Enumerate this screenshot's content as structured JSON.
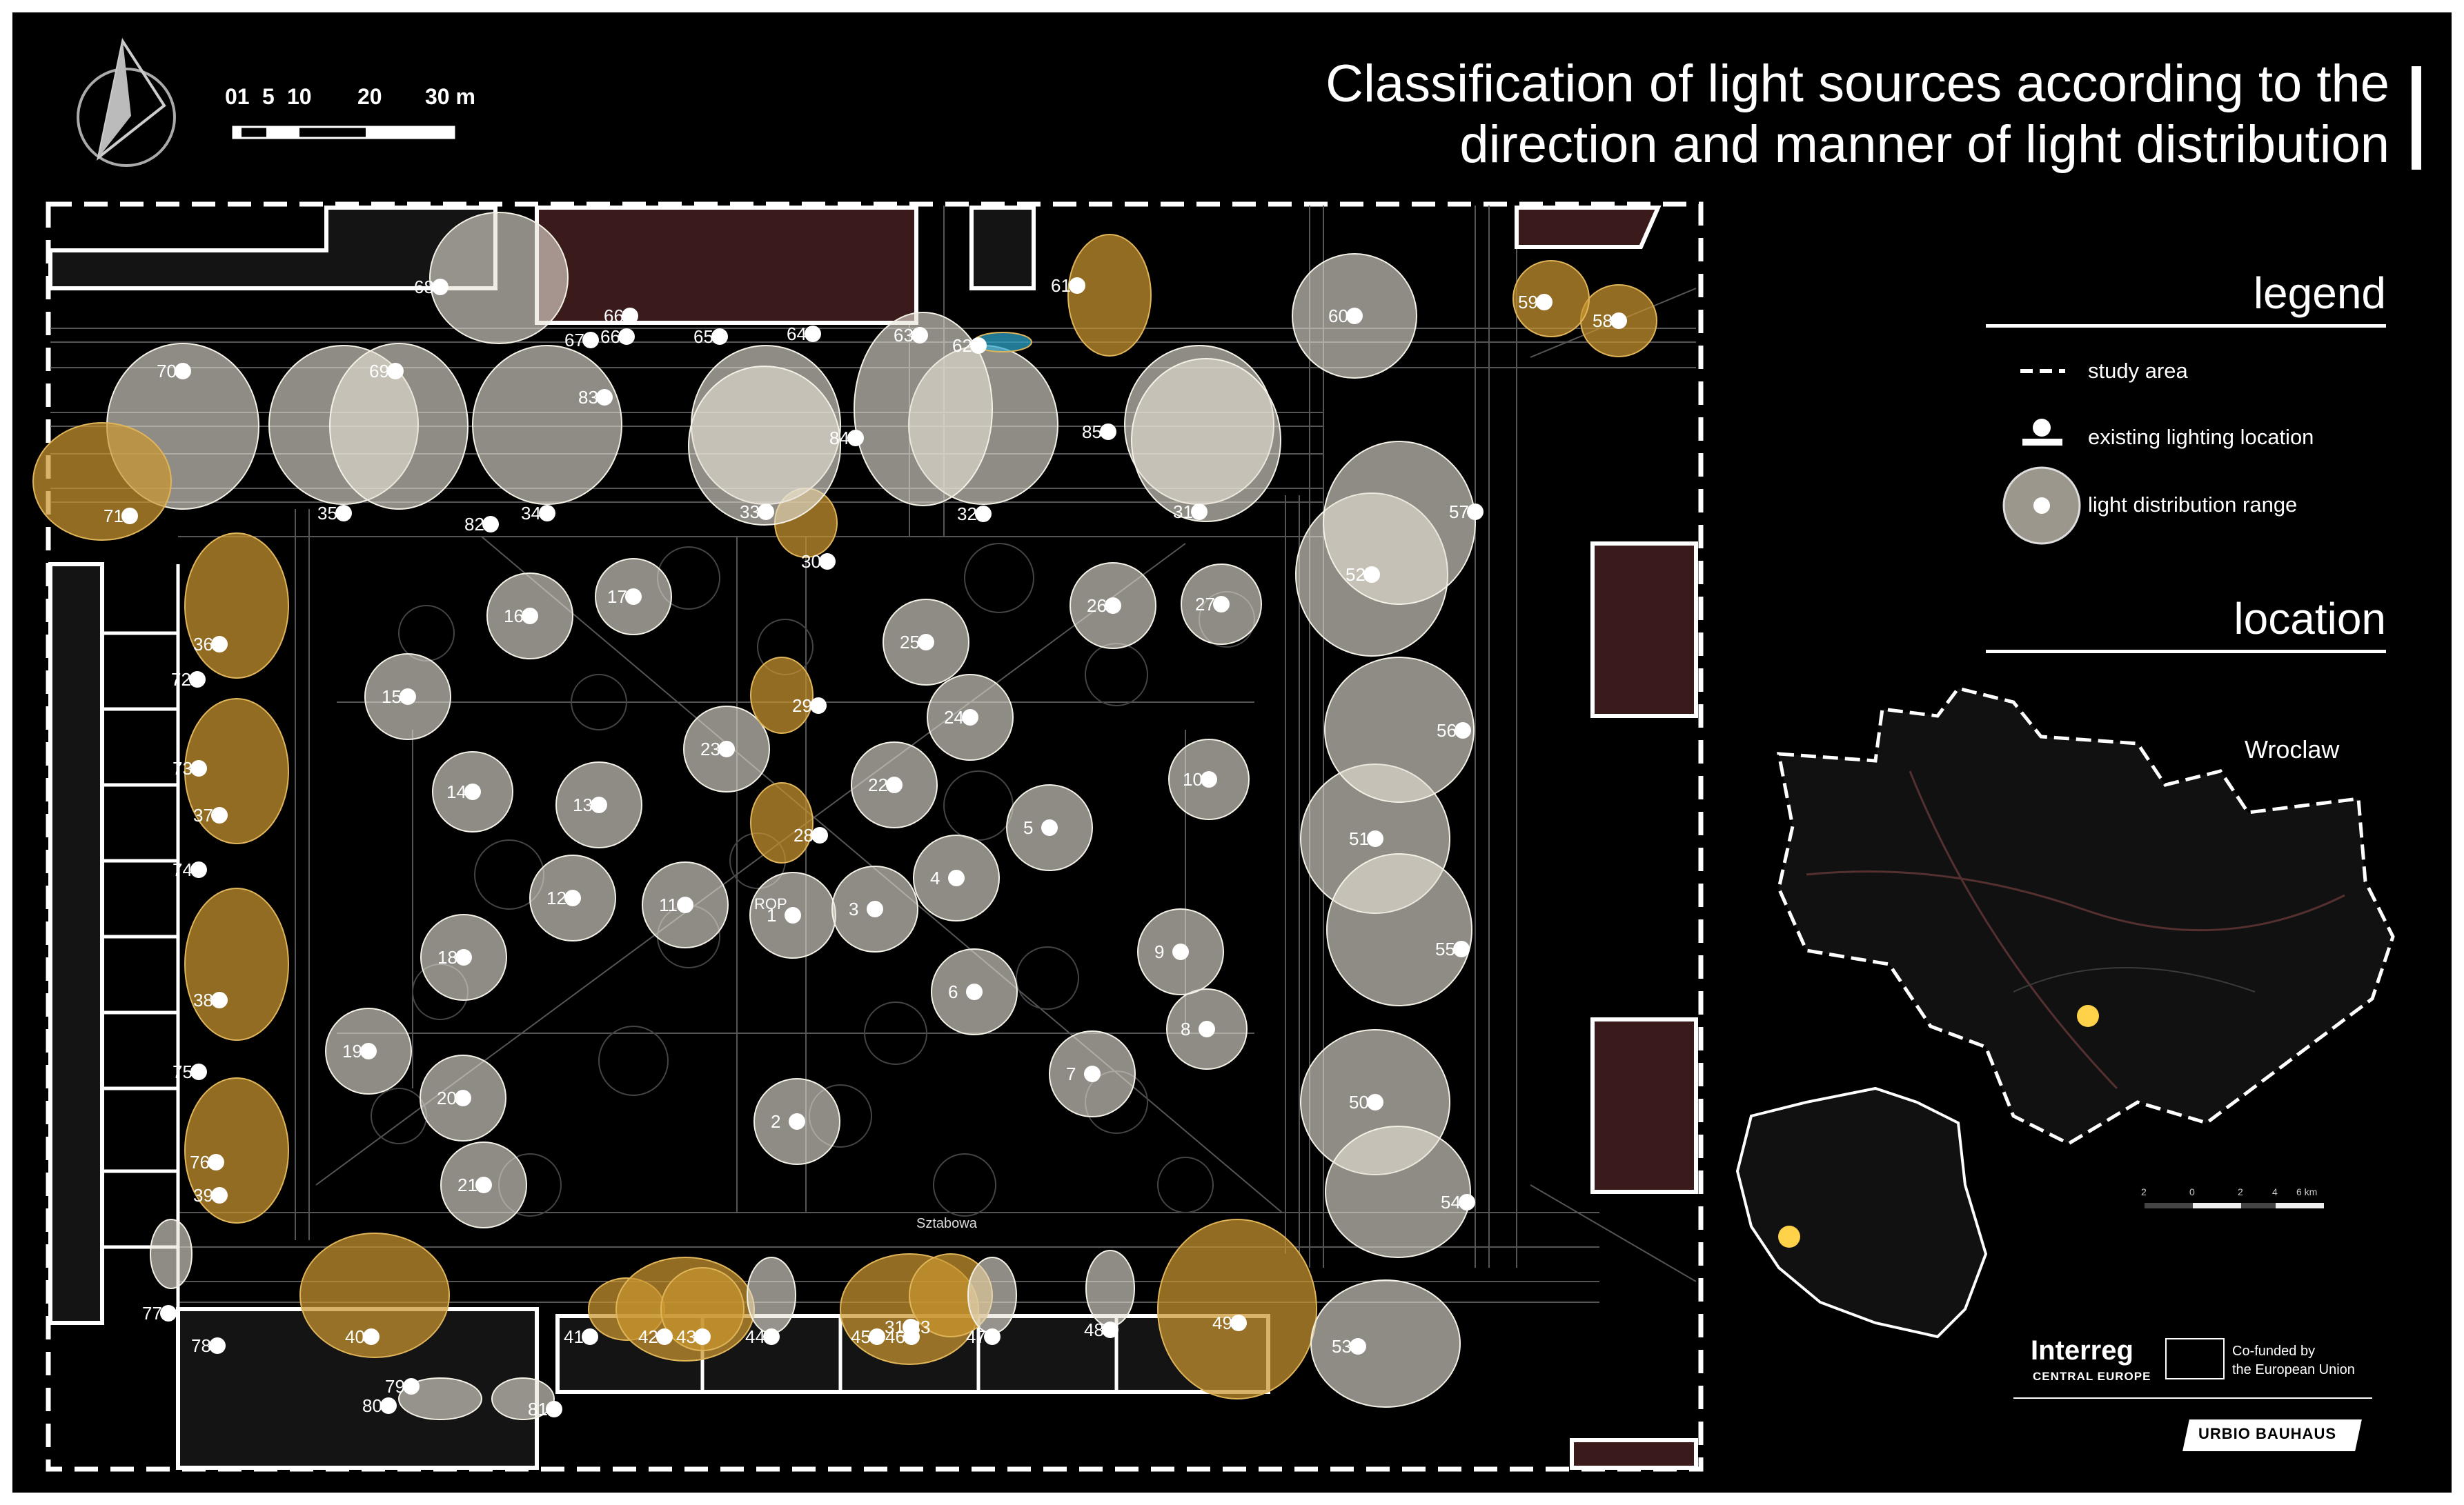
{
  "title": {
    "line1": "Classification of light sources according to the",
    "line2": "direction and manner of light distribution"
  },
  "scale_bar": {
    "labels": [
      "01",
      "5",
      "10",
      "20",
      "30 m"
    ]
  },
  "legend": {
    "heading": "legend",
    "items": [
      {
        "icon": "dashed-line-icon",
        "label": "study area"
      },
      {
        "icon": "lamp-post-icon",
        "label": "existing lighting location"
      },
      {
        "icon": "light-range-icon",
        "label": "light distribution range"
      }
    ]
  },
  "location": {
    "heading": "location",
    "city": "Wroclaw",
    "km_scale": [
      "2",
      "0",
      "2",
      "4",
      "6 km"
    ]
  },
  "map_labels": {
    "street": "Sztabowa",
    "rop": "ROP",
    "lamp_numbers": [
      "1",
      "2",
      "3",
      "4",
      "5",
      "6",
      "7",
      "8",
      "9",
      "10",
      "11",
      "12",
      "13",
      "14",
      "15",
      "16",
      "17",
      "18",
      "19",
      "20",
      "21",
      "22",
      "23",
      "24",
      "25",
      "26",
      "27",
      "28",
      "29",
      "30",
      "31",
      "32",
      "33",
      "34",
      "35",
      "36",
      "37",
      "38",
      "39",
      "40",
      "41",
      "42",
      "43",
      "44",
      "45",
      "46",
      "47",
      "48",
      "49",
      "50",
      "51",
      "52",
      "53",
      "54",
      "55",
      "56",
      "57",
      "58",
      "59",
      "60",
      "61",
      "62",
      "63",
      "64",
      "65",
      "66",
      "66'",
      "67",
      "68",
      "69",
      "70",
      "71",
      "72",
      "73",
      "74",
      "75",
      "76",
      "77",
      "78",
      "79",
      "80",
      "81",
      "82",
      "83",
      "84",
      "85",
      "31-33"
    ]
  },
  "logos": {
    "interreg": "Interreg",
    "interreg_sub": "CENTRAL EUROPE",
    "eu_line1": "Co-funded by",
    "eu_line2": "the European Union",
    "urbio": "URBIO BAUHAUS"
  },
  "colors": {
    "background": "#000000",
    "text": "#ffffff",
    "light_range_white": "#e6e2d6",
    "light_range_gold": "#c9962f",
    "light_range_blue": "#2ea8cc",
    "building_fill": "#3a1a1a",
    "location_marker": "#ffd24a"
  }
}
